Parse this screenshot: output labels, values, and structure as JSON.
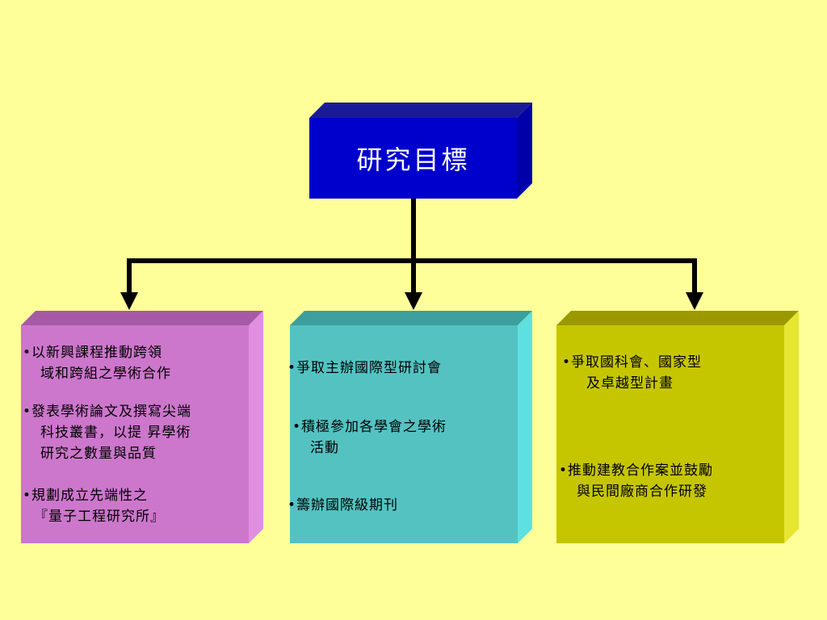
{
  "colors": {
    "background": "#ffff99",
    "title_box": "#0000cc",
    "left_box": "#cc77cc",
    "middle_box": "#55c2c2",
    "right_box": "#c6c600",
    "connector": "#000000"
  },
  "title": "研究目標",
  "boxes": [
    {
      "items": [
        {
          "line1": "•以新興課程推動跨領",
          "line2": "域和跨組之學術合作"
        },
        {
          "line1": "•發表學術論文及撰寫尖端",
          "line2": "科技叢書，以提 昇學術",
          "line3": "研究之數量與品質"
        },
        {
          "line1": "•規劃成立先端性之",
          "line2": "『量子工程研究所』"
        }
      ]
    },
    {
      "items": [
        {
          "line1": "•爭取主辦國際型研討會"
        },
        {
          "line1": "•積極參加各學會之學術",
          "line2": "活動"
        },
        {
          "line1": "•籌辦國際級期刊"
        }
      ]
    },
    {
      "items": [
        {
          "line1": "•爭取國科會、國家型",
          "line2": "及卓越型計畫"
        },
        {
          "line1": "•推動建教合作案並鼓勵",
          "line2": "與民間廠商合作研發"
        }
      ]
    }
  ]
}
